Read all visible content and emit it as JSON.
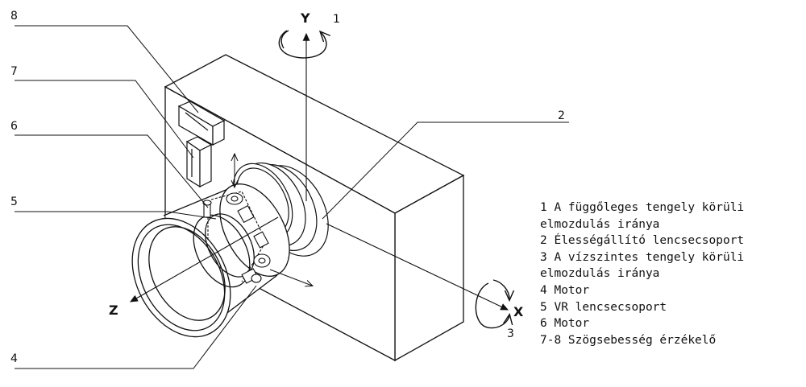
{
  "axes": {
    "y": "Y",
    "z": "Z",
    "x": "X"
  },
  "callouts": [
    "1",
    "2",
    "3",
    "4",
    "5",
    "6",
    "7",
    "8"
  ],
  "legend": [
    "1 A függőleges tengely körüli",
    "elmozdulás iránya",
    "2 Élességállító lencsecsoport",
    "3 A vízszintes tengely körüli",
    "elmozdulás iránya",
    "4 Motor",
    "5 VR lencsecsoport",
    "6 Motor",
    "7-8 Szögsebesség érzékelő"
  ]
}
